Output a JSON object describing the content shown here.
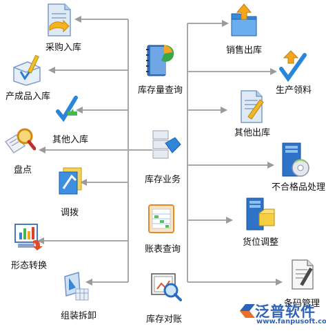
{
  "left": {
    "purchase_in": "采购入库",
    "product_in": "产成品入库",
    "other_in": "其他入库",
    "stocktake": "盘点",
    "transfer": "调拨",
    "form_convert": "形态转换",
    "assemble": "组装拆卸"
  },
  "center": {
    "stock_query": "库存量查询",
    "stock_business": "库存业务",
    "report_query": "账表查询",
    "stock_reconcile": "库存对账"
  },
  "right": {
    "sales_out": "销售出库",
    "production_pick": "生产领料",
    "other_out": "其他出库",
    "nonconforming": "不合格品处理",
    "location_adjust": "货位调整",
    "barcode": "条码管理"
  },
  "brand": {
    "name": "泛普软件",
    "url": "www.fanpusoft.com"
  }
}
